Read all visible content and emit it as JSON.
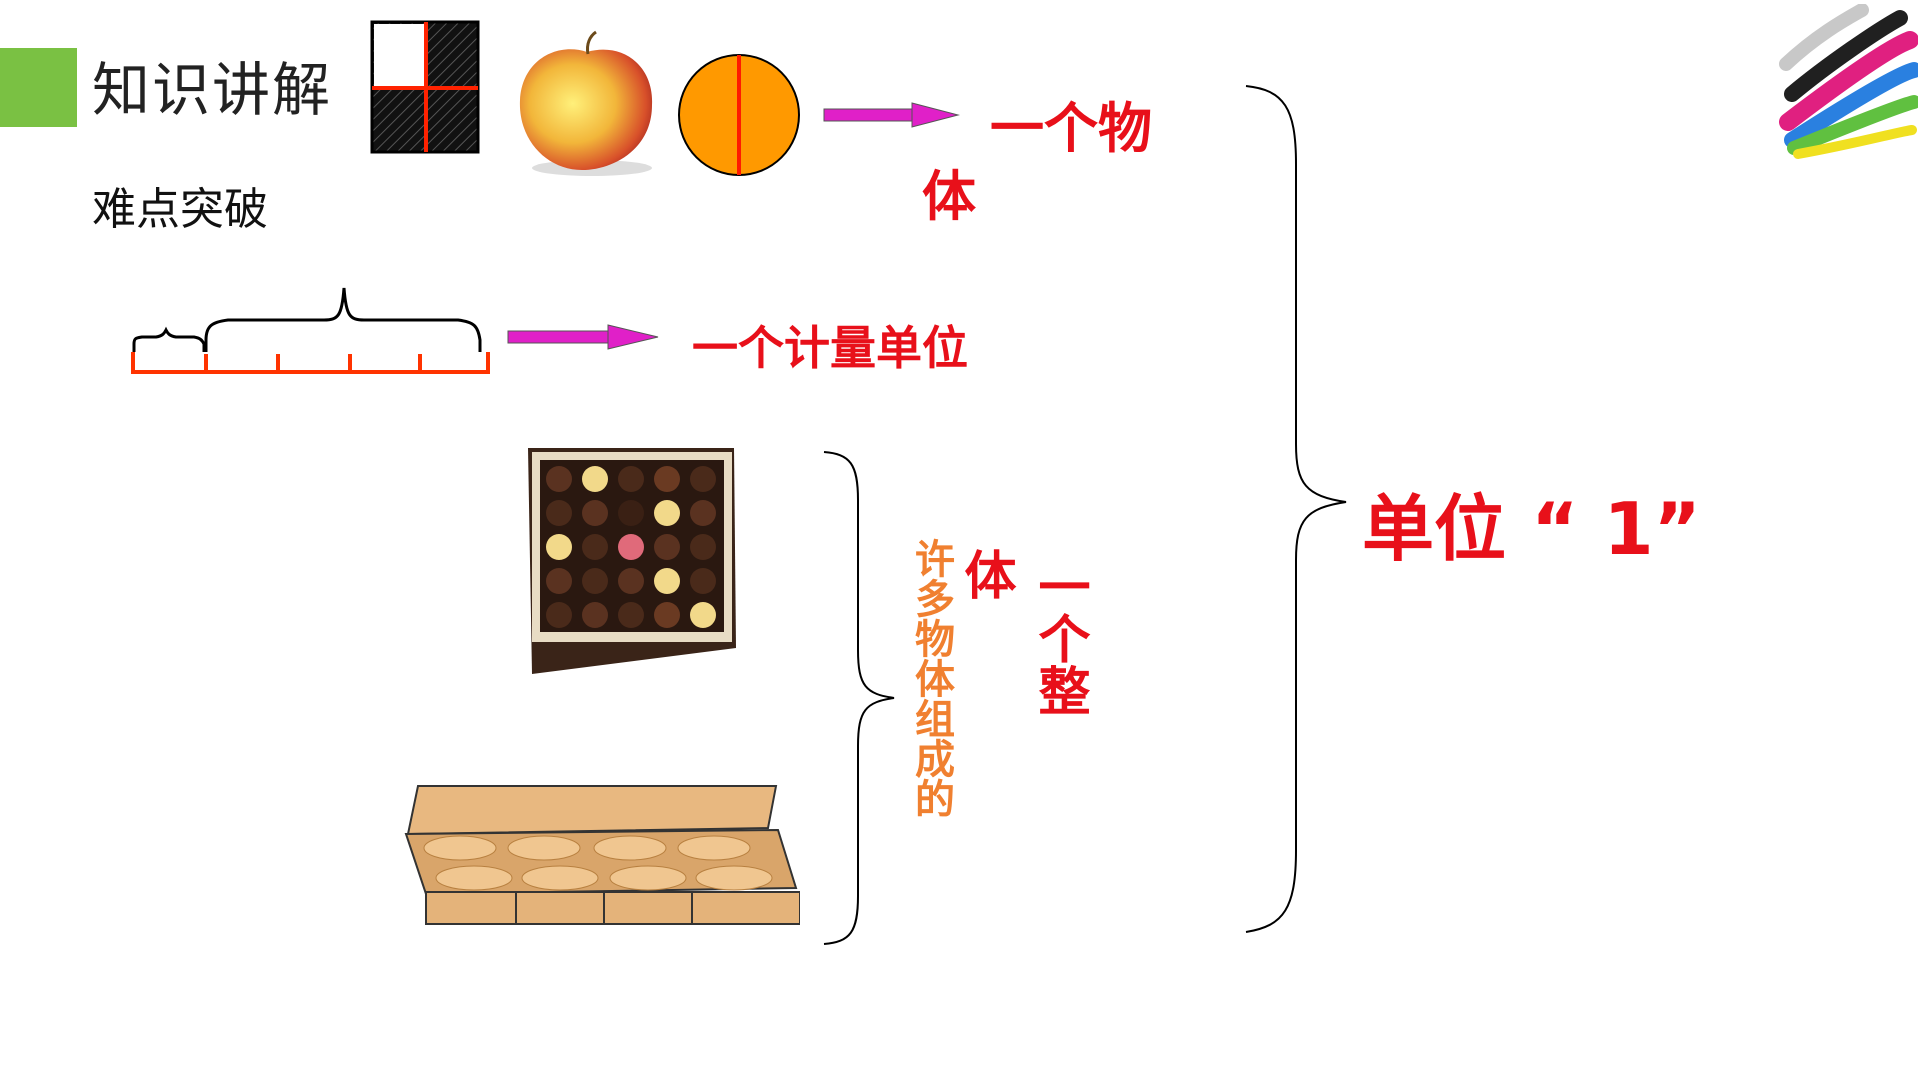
{
  "header": {
    "section_title": "知识讲解",
    "subtitle": "难点突破"
  },
  "labels": {
    "one_object_line1": "一个物",
    "one_object_line2": "体",
    "measure_unit": "一个计量单位",
    "whole_line1": "一个整",
    "whole_line2": "体",
    "many_objects": "许多物体组成的",
    "unit_one": "单位 “ 1”"
  },
  "colors": {
    "accent_green": "#7ac143",
    "label_red": "#e8101a",
    "label_orange": "#f08030",
    "arrow_magenta": "#e020c8",
    "ruler_red": "#ff3300",
    "circle_fill": "#ff9900"
  },
  "icons": [
    "grid-square-icon",
    "apple-image",
    "orange-circle-icon",
    "chocolate-box-image",
    "mooncake-box-image",
    "brush-stroke-logo"
  ]
}
